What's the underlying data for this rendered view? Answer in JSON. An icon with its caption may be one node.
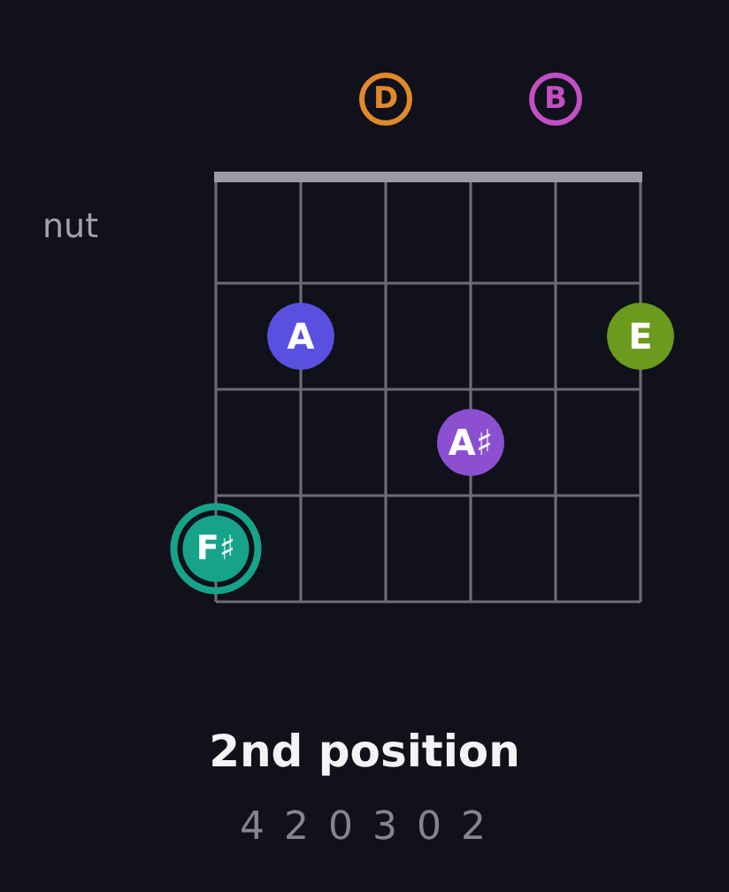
{
  "diagram": {
    "title": "2nd position",
    "nodes": [
      {
        "text": [
          "D"
        ]
      },
      {
        "text": [
          "B"
        ]
      },
      {
        "text": [
          "A"
        ]
      },
      {
        "text": [
          "E"
        ]
      },
      {
        "text": [
          "A♯"
        ]
      },
      {
        "text": [
          "F♯"
        ]
      }
    ],
    "labels": [
      "nut",
      "4 2 0 3 0 2"
    ]
  }
}
